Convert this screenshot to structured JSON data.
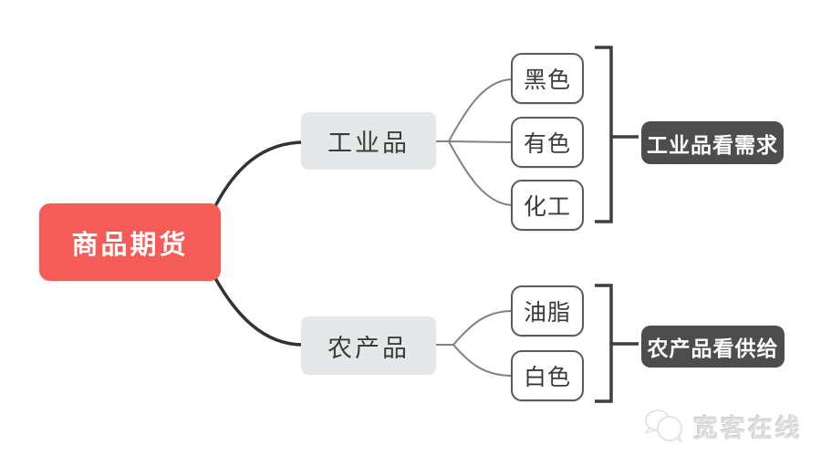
{
  "diagram": {
    "root": {
      "label": "商品期货"
    },
    "branches": [
      {
        "label": "工业品",
        "children": [
          {
            "label": "黑色"
          },
          {
            "label": "有色"
          },
          {
            "label": "化工"
          }
        ],
        "annotation": {
          "label": "工业品看需求"
        }
      },
      {
        "label": "农产品",
        "children": [
          {
            "label": "油脂"
          },
          {
            "label": "白色"
          }
        ],
        "annotation": {
          "label": "农产品看供给"
        }
      }
    ]
  },
  "watermark": {
    "label": "宽客在线",
    "icon": "bubbles-logo-icon"
  },
  "colors": {
    "canvas_bg": "#ffffff",
    "root_bg": "#f55b57",
    "root_text": "#ffffff",
    "branch_bg": "#e5e8e8",
    "branch_text": "#3c3c3c",
    "child_border": "#5a5a5a",
    "child_text": "#3a3a3a",
    "annotation_bg": "#4d4d4d",
    "annotation_text": "#ffffff",
    "edge_main": "#333333",
    "edge_sub": "#808080",
    "bracket": "#3f3f3f",
    "watermark": "#dedede"
  }
}
